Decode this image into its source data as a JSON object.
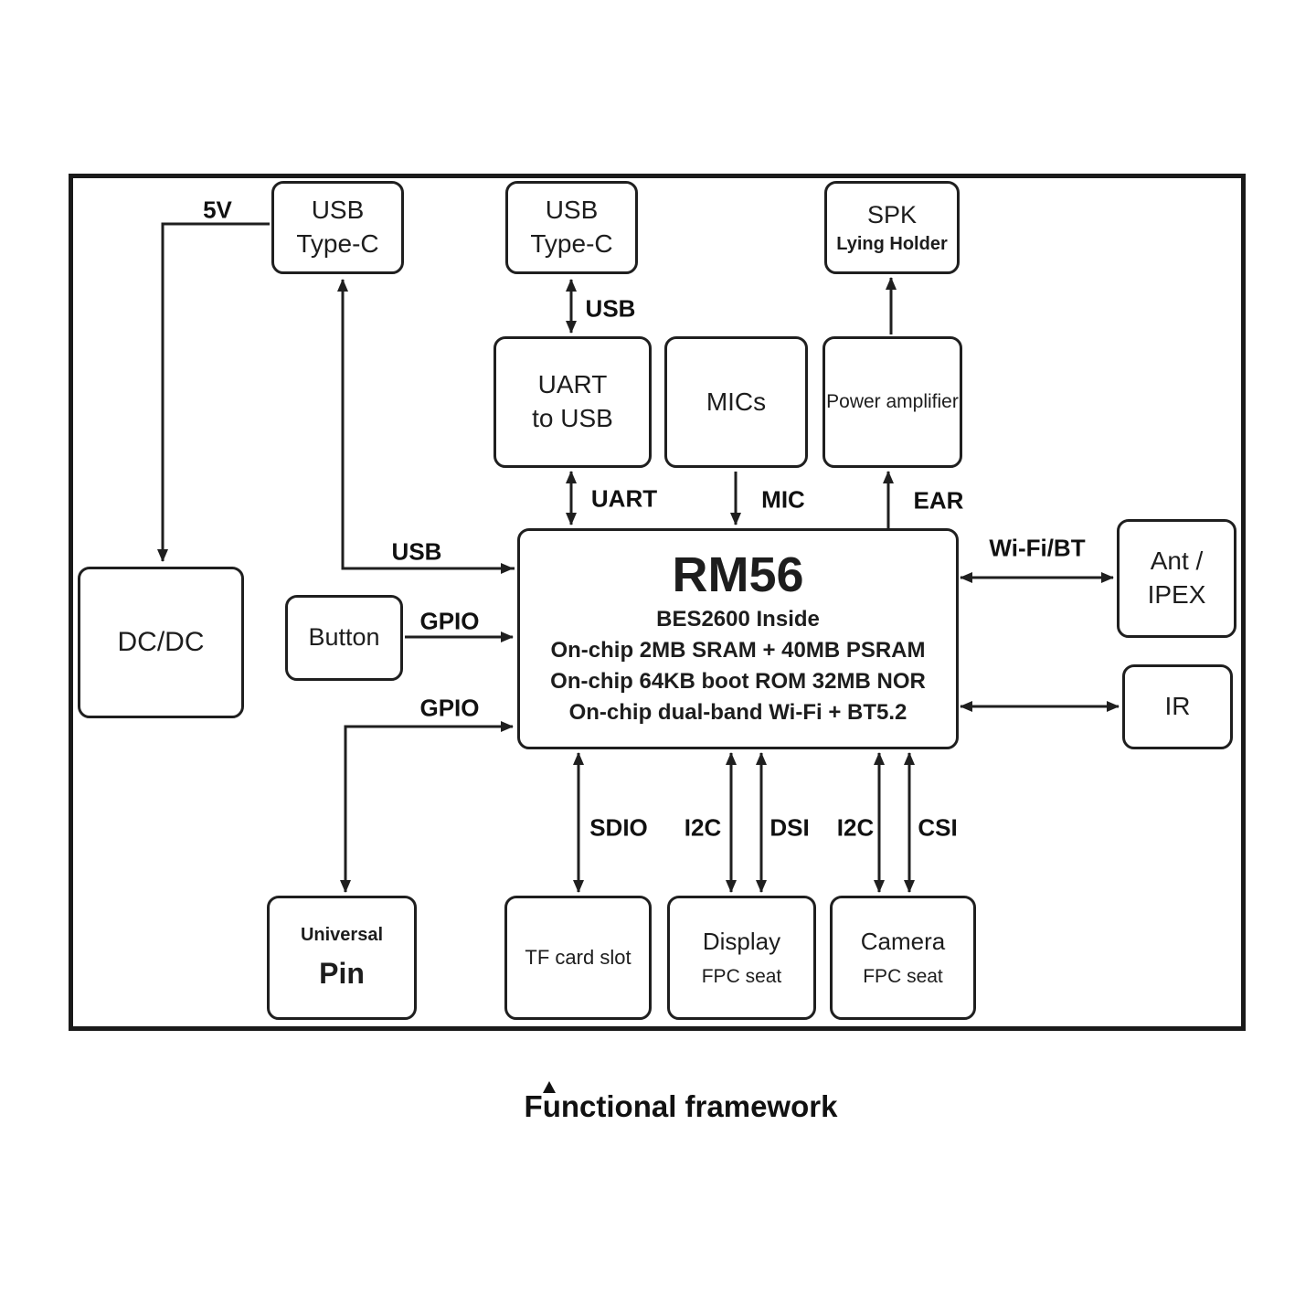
{
  "caption": "Functional framework",
  "blocks": {
    "usb_typec_1": {
      "line1": "USB",
      "line2": "Type-C"
    },
    "usb_typec_2": {
      "line1": "USB",
      "line2": "Type-C"
    },
    "spk": {
      "line1": "SPK",
      "line2": "Lying Holder"
    },
    "uart_to_usb": {
      "line1": "UART",
      "line2": "to USB"
    },
    "mics": {
      "label": "MICs"
    },
    "power_amplifier": {
      "label": "Power amplifier"
    },
    "dcdc": {
      "label": "DC/DC"
    },
    "button": {
      "label": "Button"
    },
    "rm56": {
      "title": "RM56",
      "line1": "BES2600 Inside",
      "line2": "On-chip 2MB SRAM + 40MB PSRAM",
      "line3": "On-chip 64KB boot ROM 32MB NOR",
      "line4": "On-chip dual-band Wi-Fi + BT5.2"
    },
    "ant_ipex": {
      "line1": "Ant /",
      "line2": "IPEX"
    },
    "ir": {
      "label": "IR"
    },
    "universal_pin": {
      "line1": "Universal",
      "line2": "Pin"
    },
    "tf_card_slot": {
      "label": "TF card slot"
    },
    "display_fpc": {
      "line1": "Display",
      "line2": "FPC seat"
    },
    "camera_fpc": {
      "line1": "Camera",
      "line2": "FPC seat"
    }
  },
  "edge_labels": {
    "v5": "5V",
    "usb_left": "USB",
    "usb_top": "USB",
    "uart": "UART",
    "mic": "MIC",
    "ear": "EAR",
    "gpio_button": "GPIO",
    "gpio_pin": "GPIO",
    "wifi_bt": "Wi-Fi/BT",
    "sdio": "SDIO",
    "i2c_display": "I2C",
    "dsi": "DSI",
    "i2c_camera": "I2C",
    "csi": "CSI"
  },
  "colors": {
    "line": "#1f1f1f",
    "background": "#ffffff"
  }
}
